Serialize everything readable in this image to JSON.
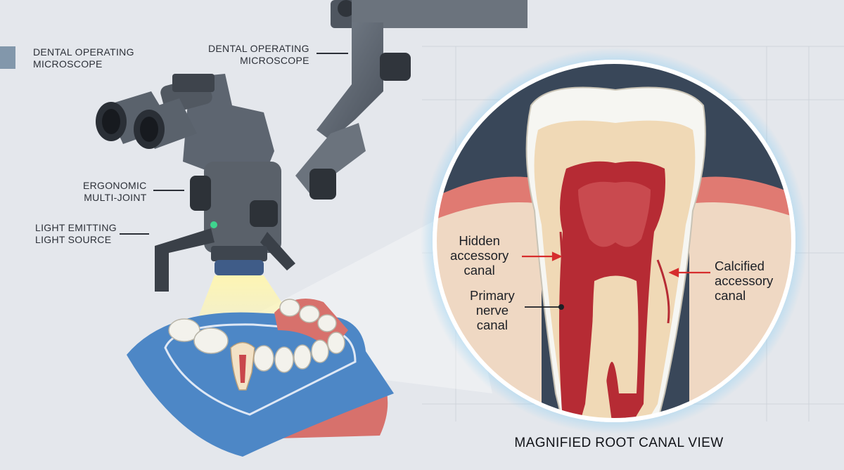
{
  "labels": {
    "top_left": {
      "line1": "DENTAL OPERATING",
      "line2": "MICROSCOPE"
    },
    "top_center": {
      "line1": "DENTAL OPERATING",
      "line2": "MICROSCOPE"
    },
    "joint": {
      "line1": "ERGONOMIC",
      "line2": "MULTI-JOINT"
    },
    "light": {
      "line1": "LIGHT EMITTING",
      "line2": "LIGHT SOURCE"
    }
  },
  "callouts": {
    "hidden": {
      "line1": "Hidden",
      "line2": "accessory",
      "line3": "canal"
    },
    "primary": {
      "line1": "Primary",
      "line2": "nerve",
      "line3": "canal"
    },
    "calcified": {
      "line1": "Calcified",
      "line2": "accessory",
      "line3": "canal"
    }
  },
  "view_title": "MAGNIFIED ROOT CANAL VIEW",
  "colors": {
    "background": "#e4e7ec",
    "microscope_body": "#5d6570",
    "light_beam": "#fff3a6",
    "drape": "#4d87c6",
    "gum": "#d9706c",
    "pulp_canal": "#b62b34",
    "dentin": "#f0d9b6",
    "enamel": "#f6f6f2",
    "circle_glow": "#7fc7ee",
    "arrow": "#d62d2d"
  },
  "icons": [
    "microscope-illustration",
    "dental-model-illustration",
    "tooth-cross-section-illustration"
  ]
}
